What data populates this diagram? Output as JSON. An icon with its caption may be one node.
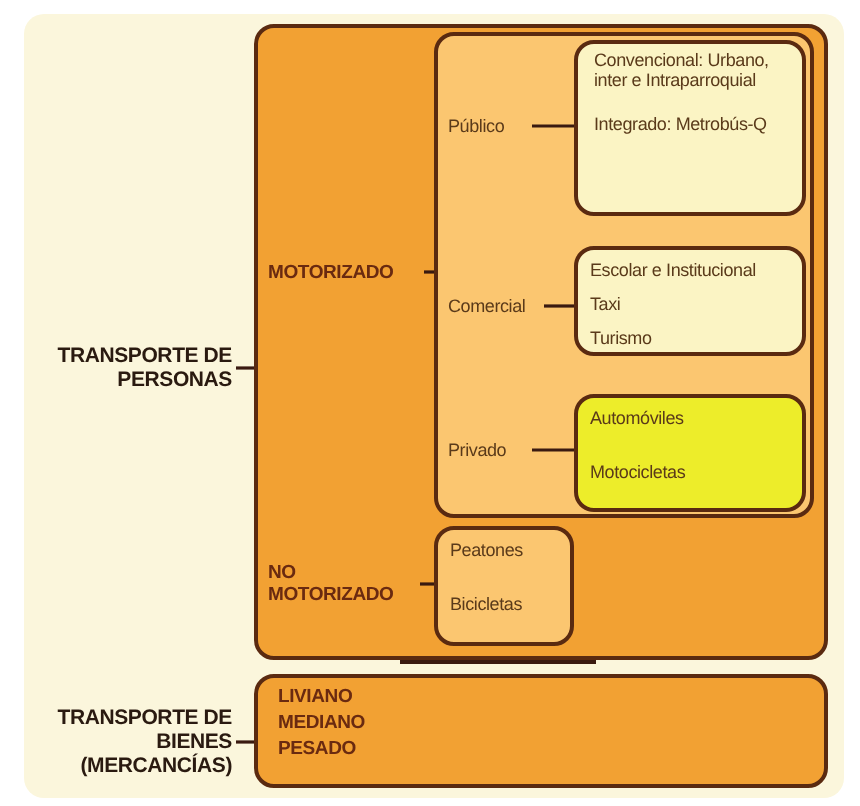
{
  "diagram": {
    "nodes": [
      {
        "text": [
          "TRANSPORTE DE PERSONAS"
        ]
      },
      {
        "text": [],
        "shape": "box"
      },
      {
        "text": [
          "MOTORIZADO"
        ],
        "in": 1
      },
      {
        "text": [],
        "shape": "box",
        "in": 1
      },
      {
        "text": [
          "Público"
        ],
        "in": 3
      },
      {
        "text": [
          "Convencional: Urbano, inter e Intraparroquial",
          "Integrado: Metrobús-Q"
        ],
        "in": 3
      },
      {
        "text": [
          "Comercial"
        ],
        "in": 3
      },
      {
        "text": [
          "Escolar e Institucional",
          "Taxi",
          "Turismo"
        ],
        "in": 3
      },
      {
        "text": [
          "Privado"
        ],
        "in": 3
      },
      {
        "text": [
          "Automóviles",
          "Motocicletas"
        ],
        "in": 3
      },
      {
        "text": [
          "NO MOTORIZADO"
        ],
        "in": 1
      },
      {
        "text": [
          "Peatones",
          "Bicicletas"
        ],
        "in": 1
      },
      {
        "text": [
          "TRANSPORTE DE BIENES (MERCANCÍAS)"
        ]
      },
      {
        "text": [
          "LIVIANO",
          "MEDIANO",
          "PESADO"
        ]
      }
    ],
    "edges": [
      {
        "from": 0,
        "to": 1,
        "arrow": "none"
      },
      {
        "from": 2,
        "to": 3,
        "arrow": "none"
      },
      {
        "from": 4,
        "to": 5,
        "arrow": "none"
      },
      {
        "from": 6,
        "to": 7,
        "arrow": "none"
      },
      {
        "from": 8,
        "to": 9,
        "arrow": "none"
      },
      {
        "from": 10,
        "to": 11,
        "arrow": "none"
      },
      {
        "from": 12,
        "to": 13,
        "arrow": "none"
      }
    ]
  }
}
